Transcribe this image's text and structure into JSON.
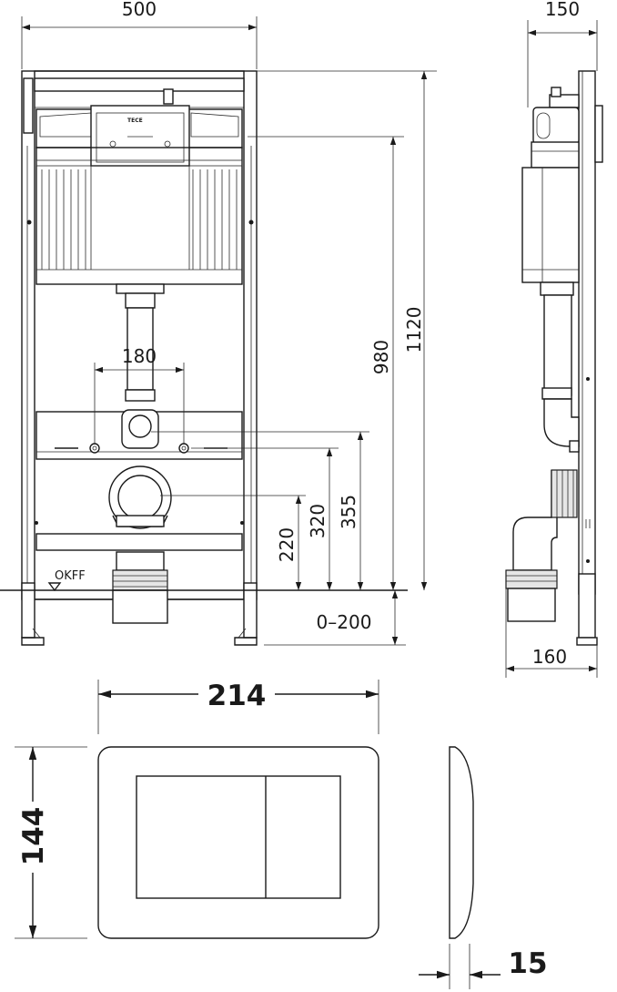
{
  "dimensions": {
    "frame_width": "500",
    "frame_depth": "150",
    "frame_height": "1120",
    "cistern_height": "980",
    "bolt_spacing": "180",
    "connection_355": "355",
    "connection_320": "320",
    "connection_220": "220",
    "leg_adjust": "0–200",
    "side_depth": "160",
    "plate_width": "214",
    "plate_height": "144",
    "plate_thickness": "15"
  },
  "labels": {
    "floor_level": "OKFF",
    "cistern_brand": "TECE"
  }
}
